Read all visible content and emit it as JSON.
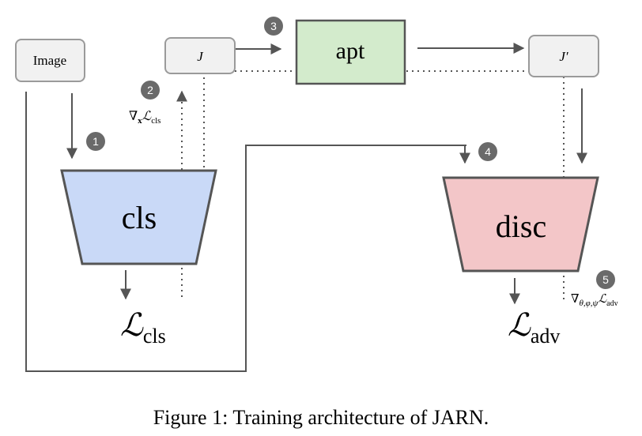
{
  "nodes": {
    "image": "Image",
    "j": "J",
    "j_prime": "J′",
    "apt": "apt",
    "cls": "cls",
    "disc": "disc"
  },
  "losses": {
    "cls_script": "ℒ",
    "cls_sub": "cls",
    "adv_script": "ℒ",
    "adv_sub": "adv"
  },
  "gradients": {
    "cls_prefix": "∇",
    "cls_var": "x",
    "cls_script": "ℒ",
    "cls_sub": "cls",
    "adv_prefix": "∇",
    "adv_vars": "θ,φ,ψ",
    "adv_script": "ℒ",
    "adv_sub": "adv"
  },
  "steps": [
    "1",
    "2",
    "3",
    "4",
    "5"
  ],
  "caption": "Figure 1: Training architecture of JARN.",
  "colors": {
    "box_fill": "#f1f1f1",
    "box_stroke": "#9a9a9a",
    "cls_fill": "#c9d9f7",
    "disc_fill": "#f3c6c8",
    "apt_fill": "#d3ebcc",
    "line": "#555555",
    "badge": "#6a6a6a"
  }
}
